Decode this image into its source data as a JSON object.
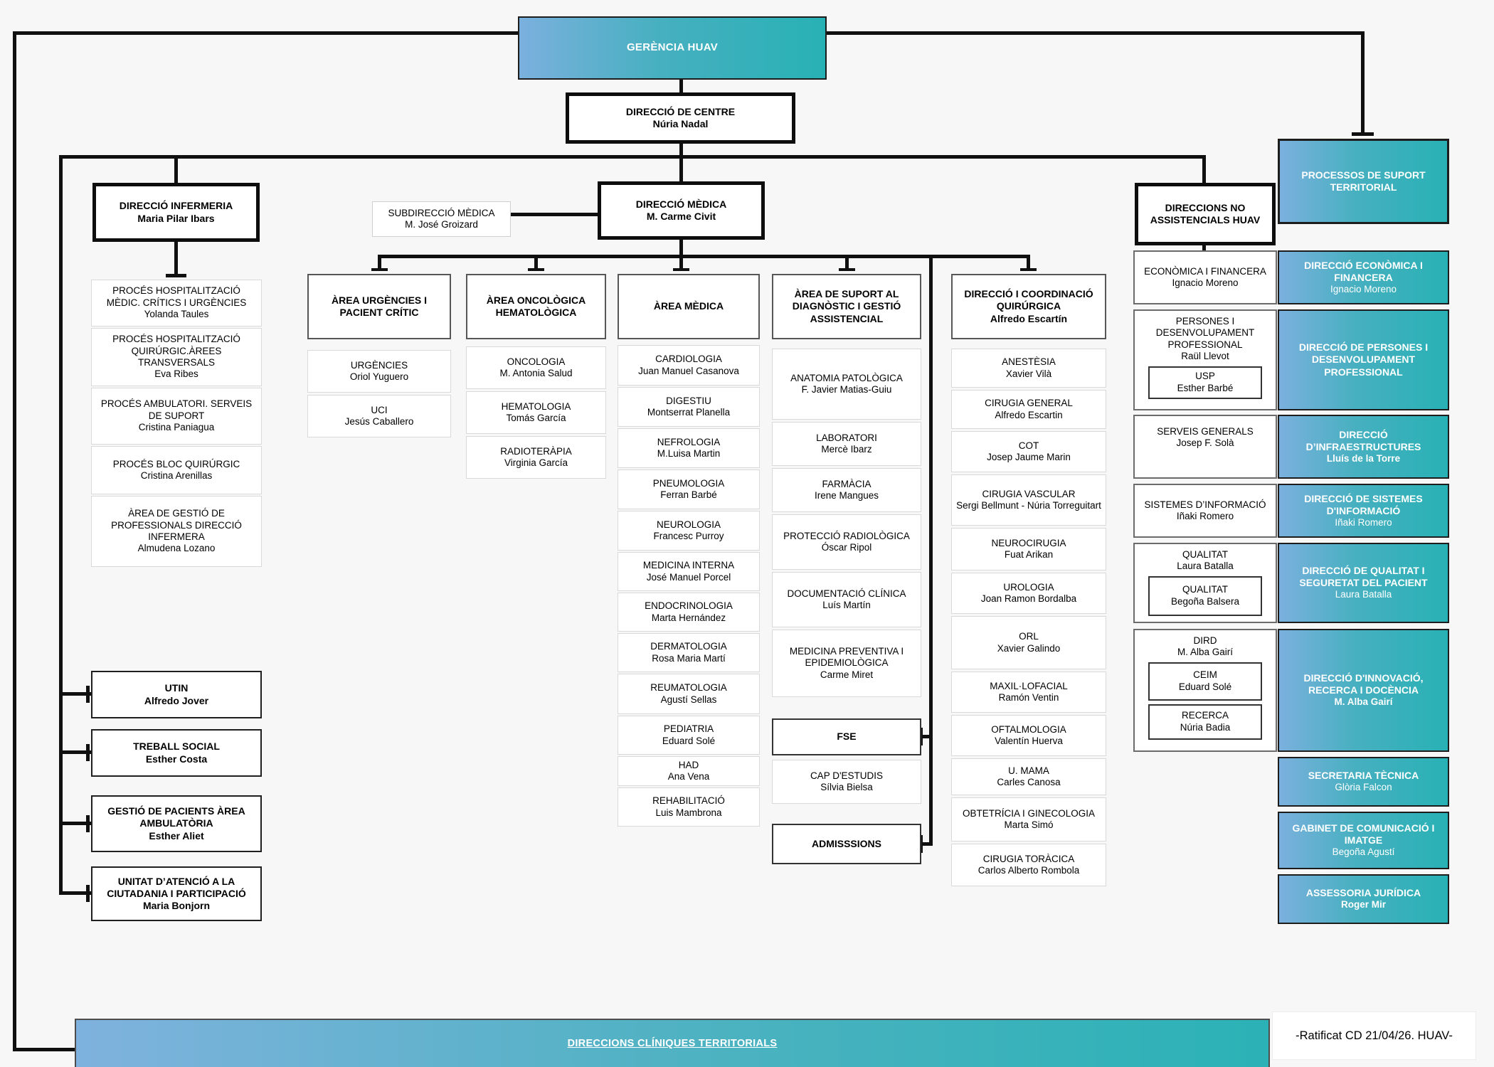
{
  "colors": {
    "teal": "#2bb2b6",
    "blue": "#7bb0de",
    "line": "#101010",
    "background": "#f7f7f7"
  },
  "gerencia": {
    "title": "GERÈNCIA HUAV"
  },
  "centre": {
    "title": "DIRECCIÓ DE CENTRE",
    "name": "Núria Nadal"
  },
  "infermeria": {
    "title": "DIRECCIÓ INFERMERIA",
    "name": "Maria Pilar Ibars",
    "processes": [
      {
        "title": "PROCÉS HOSPITALITZACIÓ MÈDIC. CRÍTICS I URGÈNCIES",
        "name": "Yolanda Taules"
      },
      {
        "title": "PROCÉS HOSPITALITZACIÓ QUIRÚRGIC.ÀREES TRANSVERSALS",
        "name": "Eva Ribes"
      },
      {
        "title": "PROCÉS AMBULATORI. SERVEIS DE SUPORT",
        "name": "Cristina Paniagua"
      },
      {
        "title": "PROCÉS BLOC QUIRÚRGIC",
        "name": "Cristina Arenillas"
      },
      {
        "title": "ÀREA DE GESTIÓ DE PROFESSIONALS DIRECCIÓ INFERMERA",
        "name": "Almudena Lozano"
      }
    ],
    "units": [
      {
        "title": "UTIN",
        "name": "Alfredo Jover"
      },
      {
        "title": "TREBALL SOCIAL",
        "name": "Esther Costa"
      },
      {
        "title": "GESTIÓ DE PACIENTS ÀREA AMBULATÒRIA",
        "name": "Esther Aliet"
      },
      {
        "title": "UNITAT D’ATENCIÓ A LA CIUTADANIA I PARTICIPACIÓ",
        "name": "Maria Bonjorn"
      }
    ]
  },
  "subdireccio": {
    "title": "SUBDIRECCIÓ MÈDICA",
    "name": "M. José Groizard"
  },
  "medica": {
    "title": "DIRECCIÓ MÈDICA",
    "name": "M. Carme Civit"
  },
  "columns": [
    {
      "header": "ÀREA URGÈNCIES I PACIENT CRÍTIC",
      "items": [
        {
          "title": "URGÈNCIES",
          "name": "Oriol Yuguero"
        },
        {
          "title": "UCI",
          "name": "Jesús Caballero"
        }
      ]
    },
    {
      "header": "ÀREA ONCOLÒGICA HEMATOLÒGICA",
      "items": [
        {
          "title": "ONCOLOGIA",
          "name": "M. Antonia Salud"
        },
        {
          "title": "HEMATOLOGIA",
          "name": "Tomás García"
        },
        {
          "title": "RADIOTERÀPIA",
          "name": "Virginia García"
        }
      ]
    },
    {
      "header": "ÀREA MÈDICA",
      "items": [
        {
          "title": "CARDIOLOGIA",
          "name": "Juan Manuel Casanova"
        },
        {
          "title": "DIGESTIU",
          "name": "Montserrat Planella"
        },
        {
          "title": "NEFROLOGIA",
          "name": "M.Luisa Martin"
        },
        {
          "title": "PNEUMOLOGIA",
          "name": "Ferran Barbé"
        },
        {
          "title": "NEUROLOGIA",
          "name": "Francesc Purroy"
        },
        {
          "title": "MEDICINA INTERNA",
          "name": "José Manuel Porcel"
        },
        {
          "title": "ENDOCRINOLOGIA",
          "name": "Marta Hernández"
        },
        {
          "title": "DERMATOLOGIA",
          "name": "Rosa Maria Martí"
        },
        {
          "title": "REUMATOLOGIA",
          "name": "Agustí Sellas"
        },
        {
          "title": "PEDIATRIA",
          "name": "Eduard Solé"
        },
        {
          "title": "HAD",
          "name": "Ana Vena"
        },
        {
          "title": "REHABILITACIÓ",
          "name": "Luis Mambrona"
        }
      ]
    },
    {
      "header": "ÀREA DE SUPORT AL DIAGNÒSTIC I GESTIÓ ASSISTENCIAL",
      "items": [
        {
          "title": "ANATOMIA PATOLÒGICA",
          "name": "F. Javier Matias-Guiu"
        },
        {
          "title": "LABORATORI",
          "name": "Mercè Ibarz"
        },
        {
          "title": "FARMÀCIA",
          "name": "Irene Mangues"
        },
        {
          "title": "PROTECCIÓ RADIOLÒGICA",
          "name": "Óscar Ripol"
        },
        {
          "title": "DOCUMENTACIÓ CLÍNICA",
          "name": "Luís Martín"
        },
        {
          "title": "MEDICINA PREVENTIVA I EPIDEMIOLÒGICA",
          "name": "Carme Miret"
        }
      ],
      "fse": "FSE",
      "cap_estudis": {
        "title": "CAP D'ESTUDIS",
        "name": "Sílvia Bielsa"
      },
      "admissions": "ADMISSSIONS"
    },
    {
      "header": "DIRECCIÓ I COORDINACIÓ QUIRÚRGICA",
      "header_name": "Alfredo Escartín",
      "items": [
        {
          "title": "ANESTÈSIA",
          "name": "Xavier Vilà"
        },
        {
          "title": "CIRUGIA GENERAL",
          "name": "Alfredo Escartin"
        },
        {
          "title": "COT",
          "name": "Josep Jaume Marin"
        },
        {
          "title": "CIRUGIA VASCULAR",
          "name": "Sergi Bellmunt - Núria Torreguitart"
        },
        {
          "title": "NEUROCIRUGIA",
          "name": "Fuat Arikan"
        },
        {
          "title": "UROLOGIA",
          "name": "Joan Ramon Bordalba"
        },
        {
          "title": "ORL",
          "name": "Xavier Galindo"
        },
        {
          "title": "MAXIL·LOFACIAL",
          "name": "Ramón Ventin"
        },
        {
          "title": "OFTALMOLOGIA",
          "name": "Valentín Huerva"
        },
        {
          "title": "U. MAMA",
          "name": "Carles Canosa"
        },
        {
          "title": "OBTETRÍCIA I GINECOLOGIA",
          "name": "Marta Simó"
        },
        {
          "title": "CIRUGIA TORÀCICA",
          "name": "Carlos Alberto Rombola"
        }
      ]
    }
  ],
  "no_assistencials": {
    "title": "DIRECCIONS NO ASSISTENCIALS HUAV",
    "items": [
      {
        "title": "ECONÒMICA I FINANCERA",
        "name": "Ignacio Moreno"
      },
      {
        "title": "PERSONES I DESENVOLUPAMENT PROFESSIONAL",
        "name": "Raül Llevot",
        "children": [
          {
            "title": "USP",
            "name": "Esther Barbé"
          }
        ]
      },
      {
        "title": "SERVEIS GENERALS",
        "name": "Josep F. Solà"
      },
      {
        "title": "SISTEMES D’INFORMACIÓ",
        "name": "Iñaki Romero"
      },
      {
        "title": "QUALITAT",
        "name": "Laura Batalla",
        "children": [
          {
            "title": "QUALITAT",
            "name": "Begoña Balsera"
          }
        ]
      },
      {
        "title": "DIRD",
        "name": "M. Alba Gairí",
        "children": [
          {
            "title": "CEIM",
            "name": "Eduard Solé"
          },
          {
            "title": "RECERCA",
            "name": "Núria Badia"
          }
        ]
      }
    ]
  },
  "territorial": {
    "items": [
      {
        "title": "PROCESSOS DE SUPORT TERRITORIAL",
        "name": ""
      },
      {
        "title": "DIRECCIÓ ECONÒMICA I FINANCERA",
        "name": "Ignacio Moreno"
      },
      {
        "title": "DIRECCIÓ DE PERSONES I DESENVOLUPAMENT PROFESSIONAL",
        "name": ""
      },
      {
        "title": "DIRECCIÓ D’INFRAESTRUCTURES",
        "name": "Lluís de la Torre"
      },
      {
        "title": "DIRECCIÓ DE SISTEMES D'INFORMACIÓ",
        "name": "Iñaki Romero"
      },
      {
        "title": "DIRECCIÓ DE QUALITAT I SEGURETAT DEL PACIENT",
        "name": "Laura Batalla"
      },
      {
        "title": "DIRECCIÓ D'INNOVACIÓ, RECERCA I DOCÈNCIA",
        "name": "M. Alba Gairí"
      },
      {
        "title": "SECRETARIA TÈCNICA",
        "name": "Glòria Falcon"
      },
      {
        "title": "GABINET DE COMUNICACIÓ I IMATGE",
        "name": "Begoña Agustí"
      },
      {
        "title": "ASSESSORIA JURÍDICA",
        "name": "Roger Mir"
      }
    ]
  },
  "bottom_bar": {
    "label": "DIRECCIONS CLÍNIQUES TERRITORIALS"
  },
  "footnote": {
    "text": "-Ratificat CD 21/04/26. HUAV-"
  }
}
